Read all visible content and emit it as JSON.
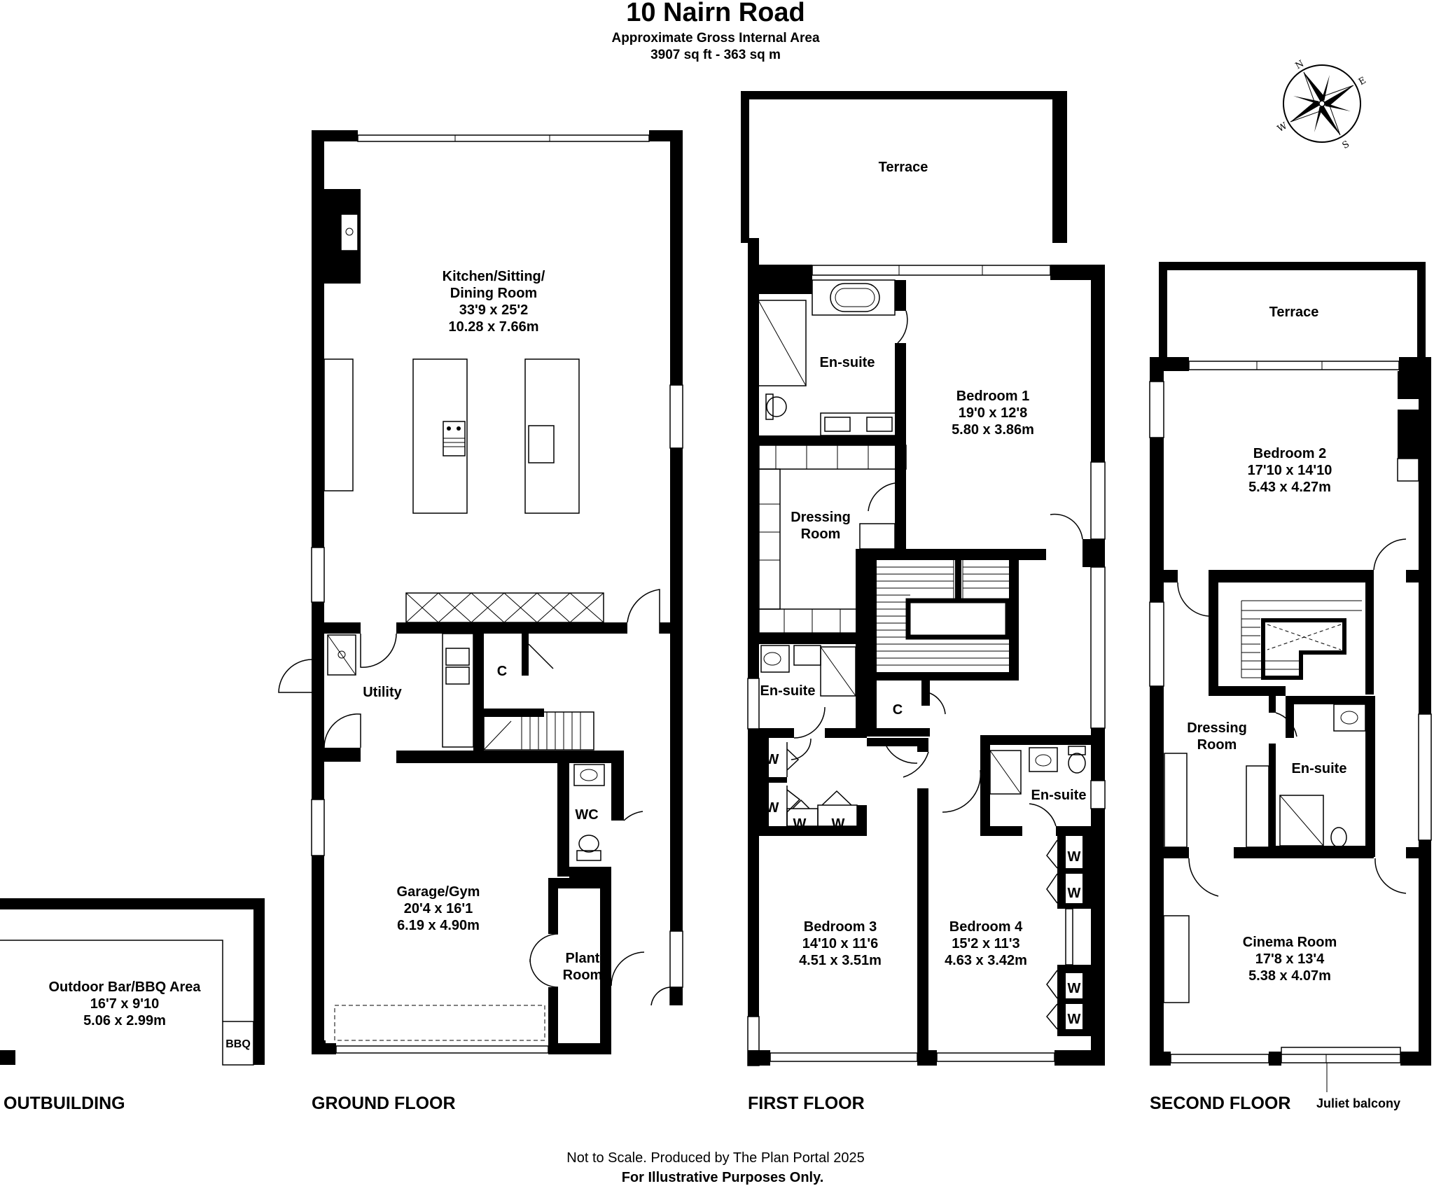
{
  "header": {
    "title": "10 Nairn Road",
    "subtitle": "Approximate Gross Internal Area",
    "area": "3907 sq ft - 363 sq m"
  },
  "compass": {
    "n": "N",
    "e": "E",
    "s": "S",
    "w": "W"
  },
  "floors": {
    "outbuilding": "OUTBUILDING",
    "ground": "GROUND FLOOR",
    "first": "FIRST FLOOR",
    "second": "SECOND FLOOR"
  },
  "outbuilding": {
    "bar": {
      "name": "Outdoor Bar/BBQ Area",
      "imperial": "16'7 x 9'10",
      "metric": "5.06 x 2.99m"
    },
    "bbq": "BBQ"
  },
  "ground": {
    "kitchen": {
      "name1": "Kitchen/Sitting/",
      "name2": "Dining Room",
      "imperial": "33'9 x 25'2",
      "metric": "10.28 x 7.66m"
    },
    "utility": "Utility",
    "cupboard": "C",
    "wc": "WC",
    "garage": {
      "name": "Garage/Gym",
      "imperial": "20'4 x 16'1",
      "metric": "6.19 x 4.90m"
    },
    "plant": {
      "name1": "Plant",
      "name2": "Room"
    }
  },
  "first": {
    "terrace": "Terrace",
    "ensuite1": "En-suite",
    "bedroom1": {
      "name": "Bedroom 1",
      "imperial": "19'0 x 12'8",
      "metric": "5.80 x 3.86m"
    },
    "dressing": {
      "name1": "Dressing",
      "name2": "Room"
    },
    "ensuite2": "En-suite",
    "ensuite3": "En-suite",
    "cupboard": "C",
    "wardrobe": "W",
    "bedroom3": {
      "name": "Bedroom 3",
      "imperial": "14'10 x 11'6",
      "metric": "4.51 x 3.51m"
    },
    "bedroom4": {
      "name": "Bedroom 4",
      "imperial": "15'2 x 11'3",
      "metric": "4.63 x 3.42m"
    }
  },
  "second": {
    "terrace": "Terrace",
    "bedroom2": {
      "name": "Bedroom 2",
      "imperial": "17'10 x 14'10",
      "metric": "5.43 x 4.27m"
    },
    "dressing": {
      "name1": "Dressing",
      "name2": "Room"
    },
    "ensuite": "En-suite",
    "cinema": {
      "name": "Cinema Room",
      "imperial": "17'8 x 13'4",
      "metric": "5.38 x 4.07m"
    },
    "juliet": "Juliet balcony"
  },
  "footer": {
    "note": "Not to Scale. Produced by The Plan Portal 2025",
    "disclaimer": "For Illustrative Purposes Only."
  }
}
